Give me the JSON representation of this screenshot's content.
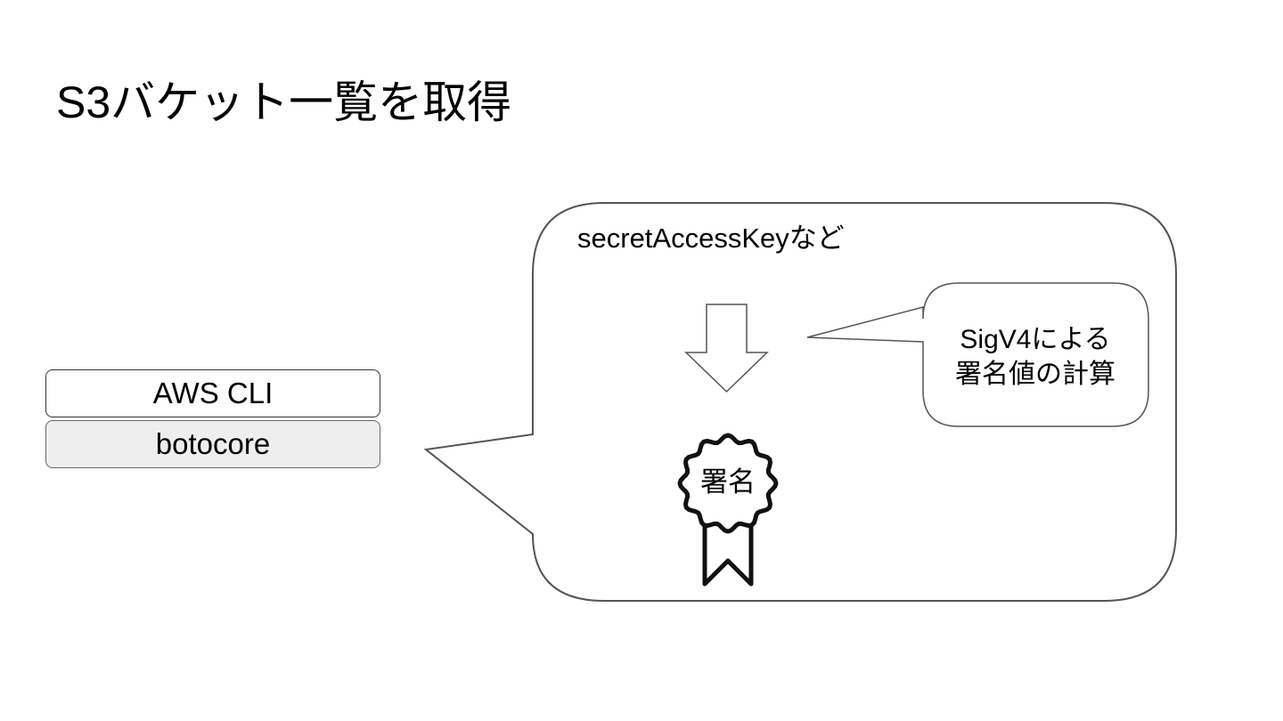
{
  "title": "S3バケット一覧を取得",
  "stack": {
    "top_label": "AWS CLI",
    "bottom_label": "botocore"
  },
  "speech_bubble": {
    "input_label": "secretAccessKeyなど",
    "seal_label": "署名"
  },
  "callout": {
    "line1": "SigV4による",
    "line2": "署名値の計算"
  },
  "colors": {
    "stroke": "#555555",
    "botocore_fill": "#eeeeee",
    "seal_stroke": "#111111"
  },
  "icons": [
    "down-arrow-icon",
    "award-ribbon-icon"
  ]
}
